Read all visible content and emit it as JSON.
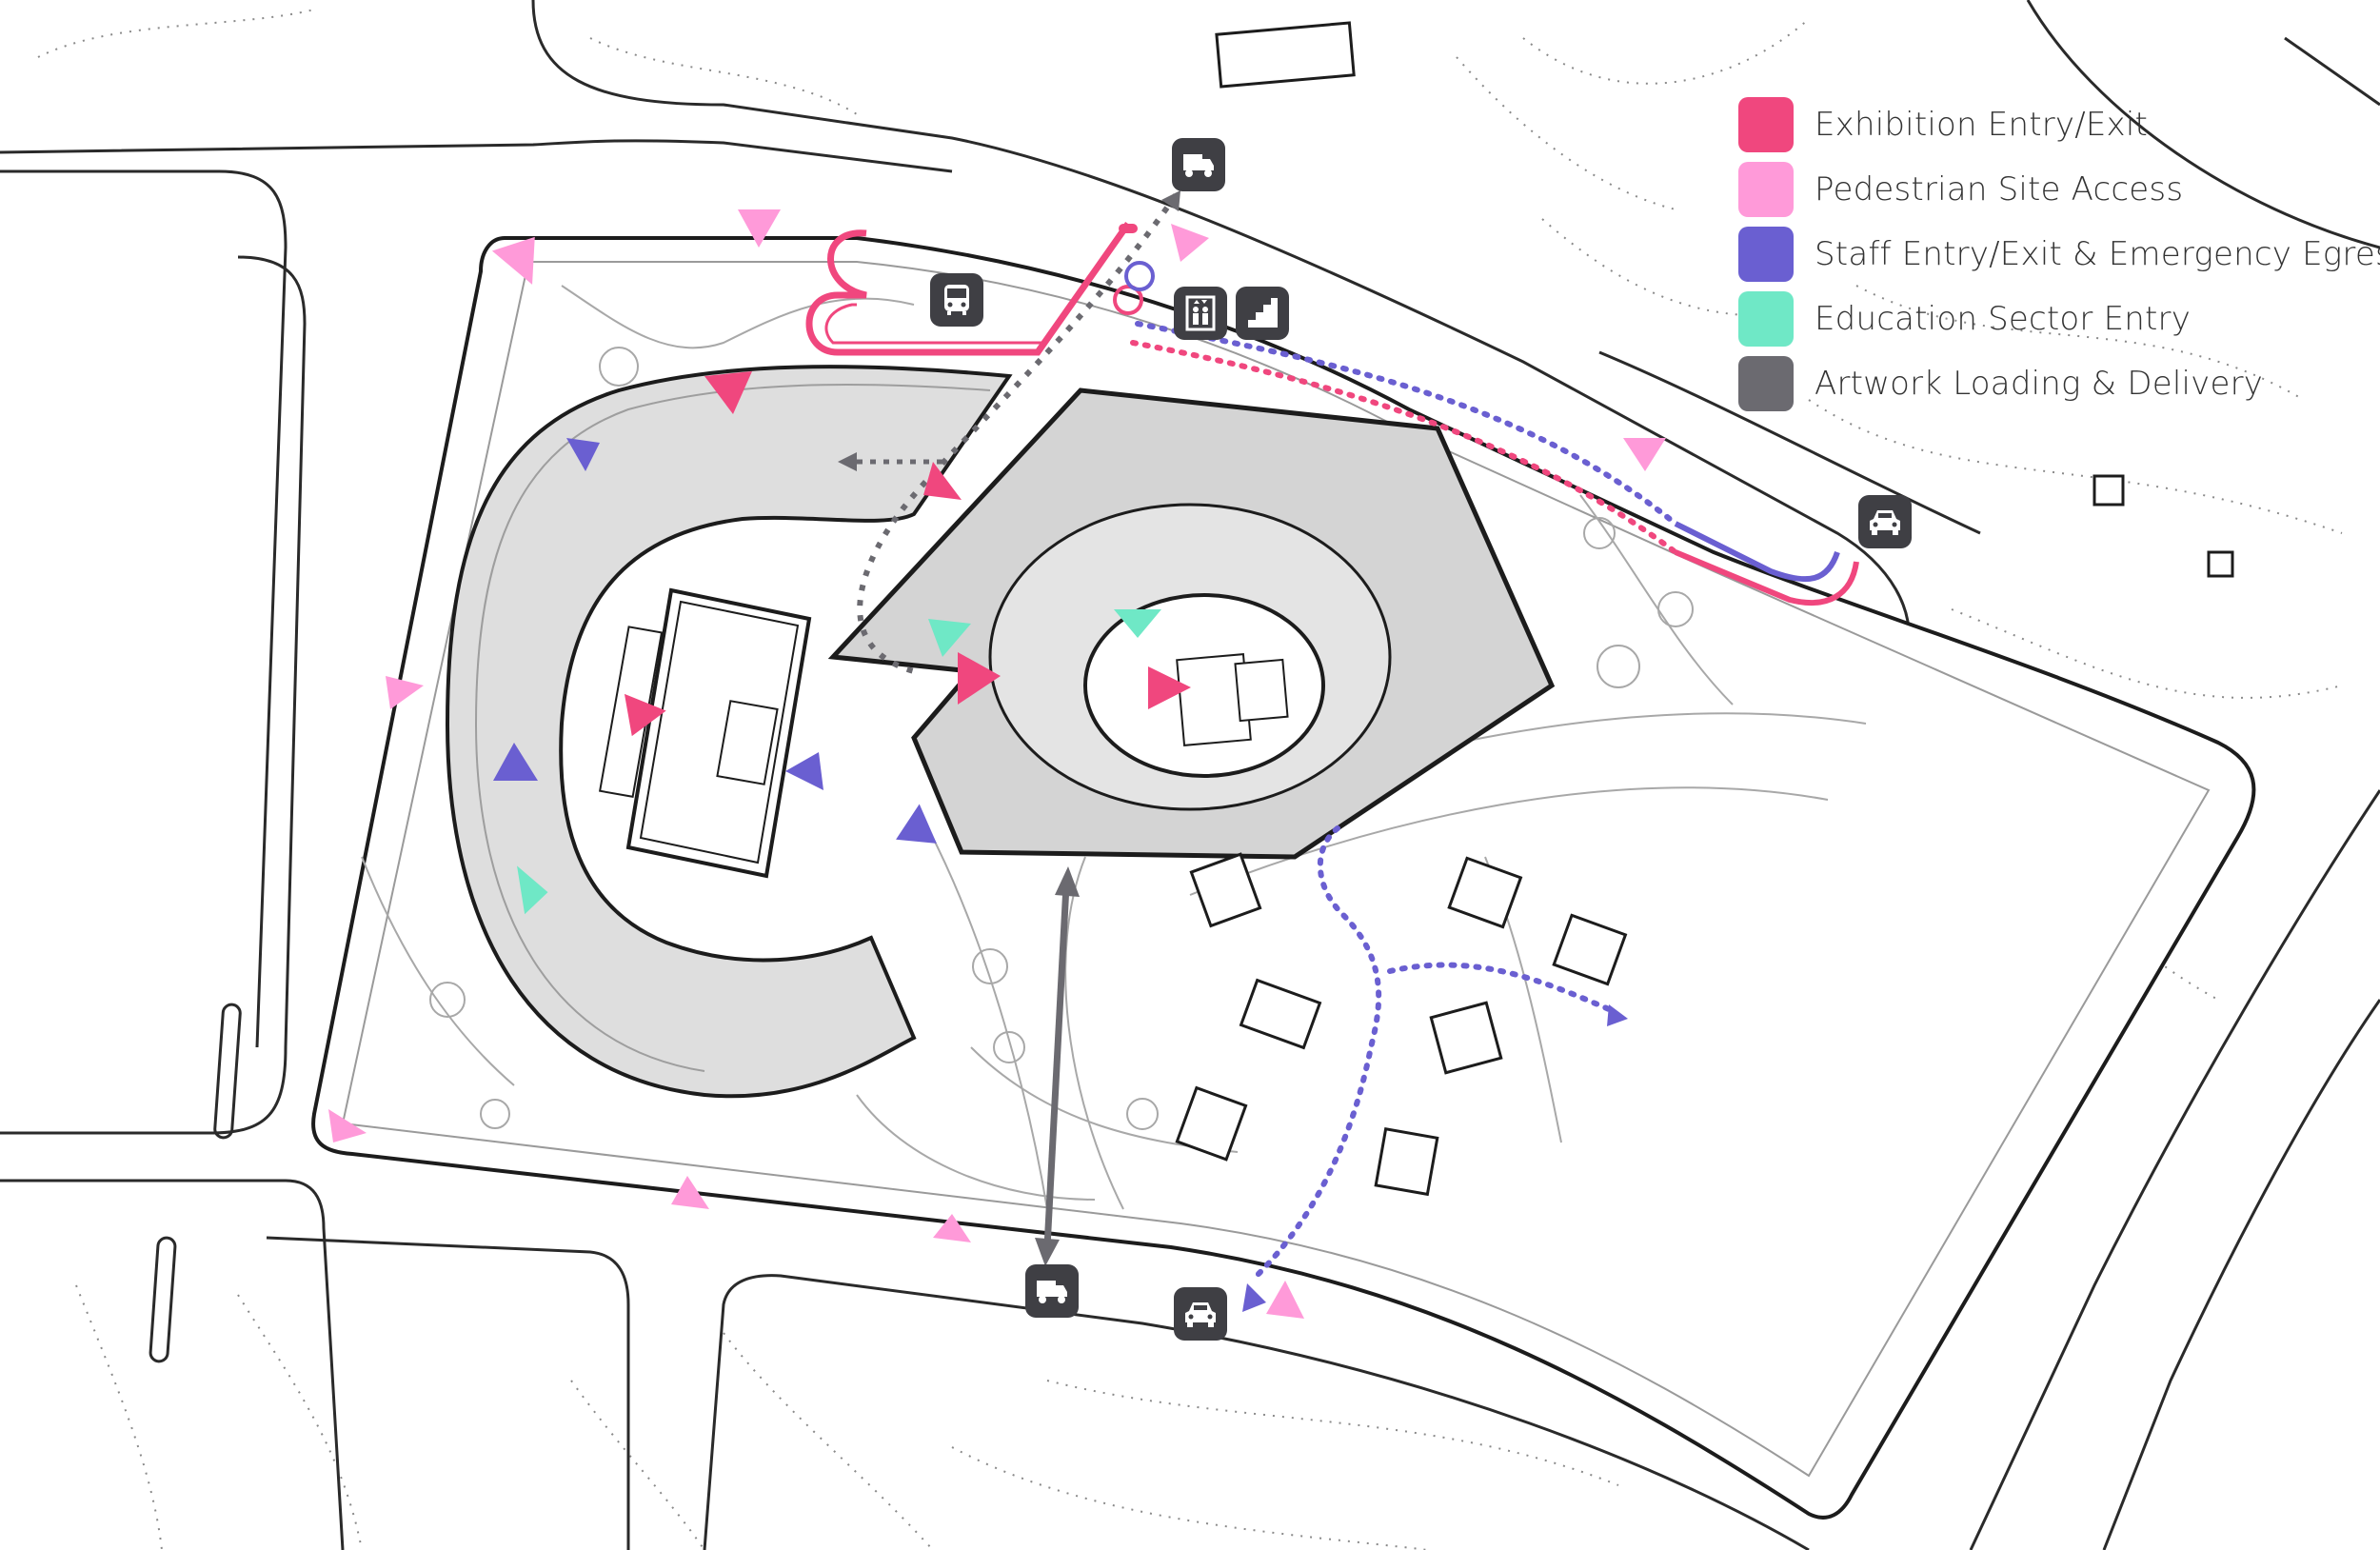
{
  "legend": {
    "items": [
      {
        "label": "Exhibition Entry/Exit",
        "color": "#f0477e"
      },
      {
        "label": "Pedestrian Site Access",
        "color": "#ff9ad9"
      },
      {
        "label": "Staff Entry/Exit & Emergency Egress",
        "color": "#6a5fd1"
      },
      {
        "label": "Education Sector Entry",
        "color": "#6fe8c6"
      },
      {
        "label": "Artwork Loading & Delivery",
        "color": "#6b6a70"
      }
    ]
  },
  "icons": [
    {
      "name": "truck-icon"
    },
    {
      "name": "bus-icon"
    },
    {
      "name": "elevator-icon"
    },
    {
      "name": "stairs-icon"
    },
    {
      "name": "car-icon"
    }
  ]
}
